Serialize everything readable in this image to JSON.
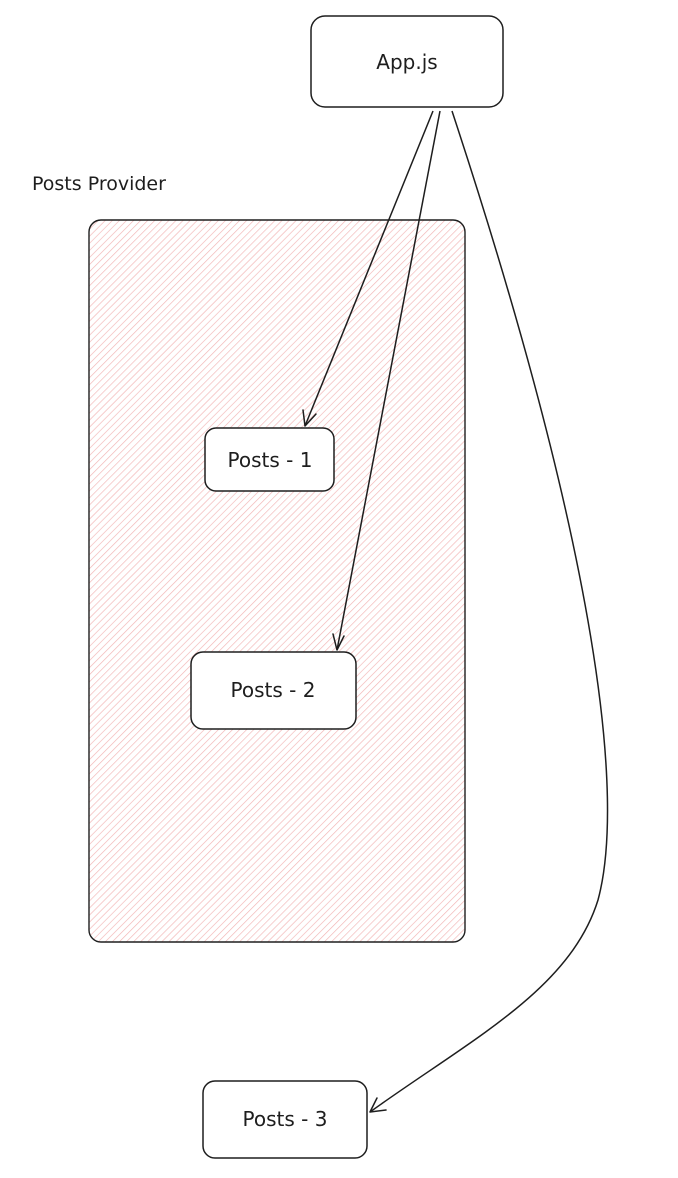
{
  "diagram": {
    "group": {
      "label": "Posts Provider",
      "fill_color": "#f4b8b8",
      "stroke_color": "#1e1e1e"
    },
    "nodes": {
      "app": "App.js",
      "posts1": "Posts - 1",
      "posts2": "Posts - 2",
      "posts3": "Posts - 3"
    },
    "edges": [
      {
        "from": "App.js",
        "to": "Posts - 1"
      },
      {
        "from": "App.js",
        "to": "Posts - 2"
      },
      {
        "from": "App.js",
        "to": "Posts - 3"
      }
    ],
    "stroke_color": "#1e1e1e"
  }
}
